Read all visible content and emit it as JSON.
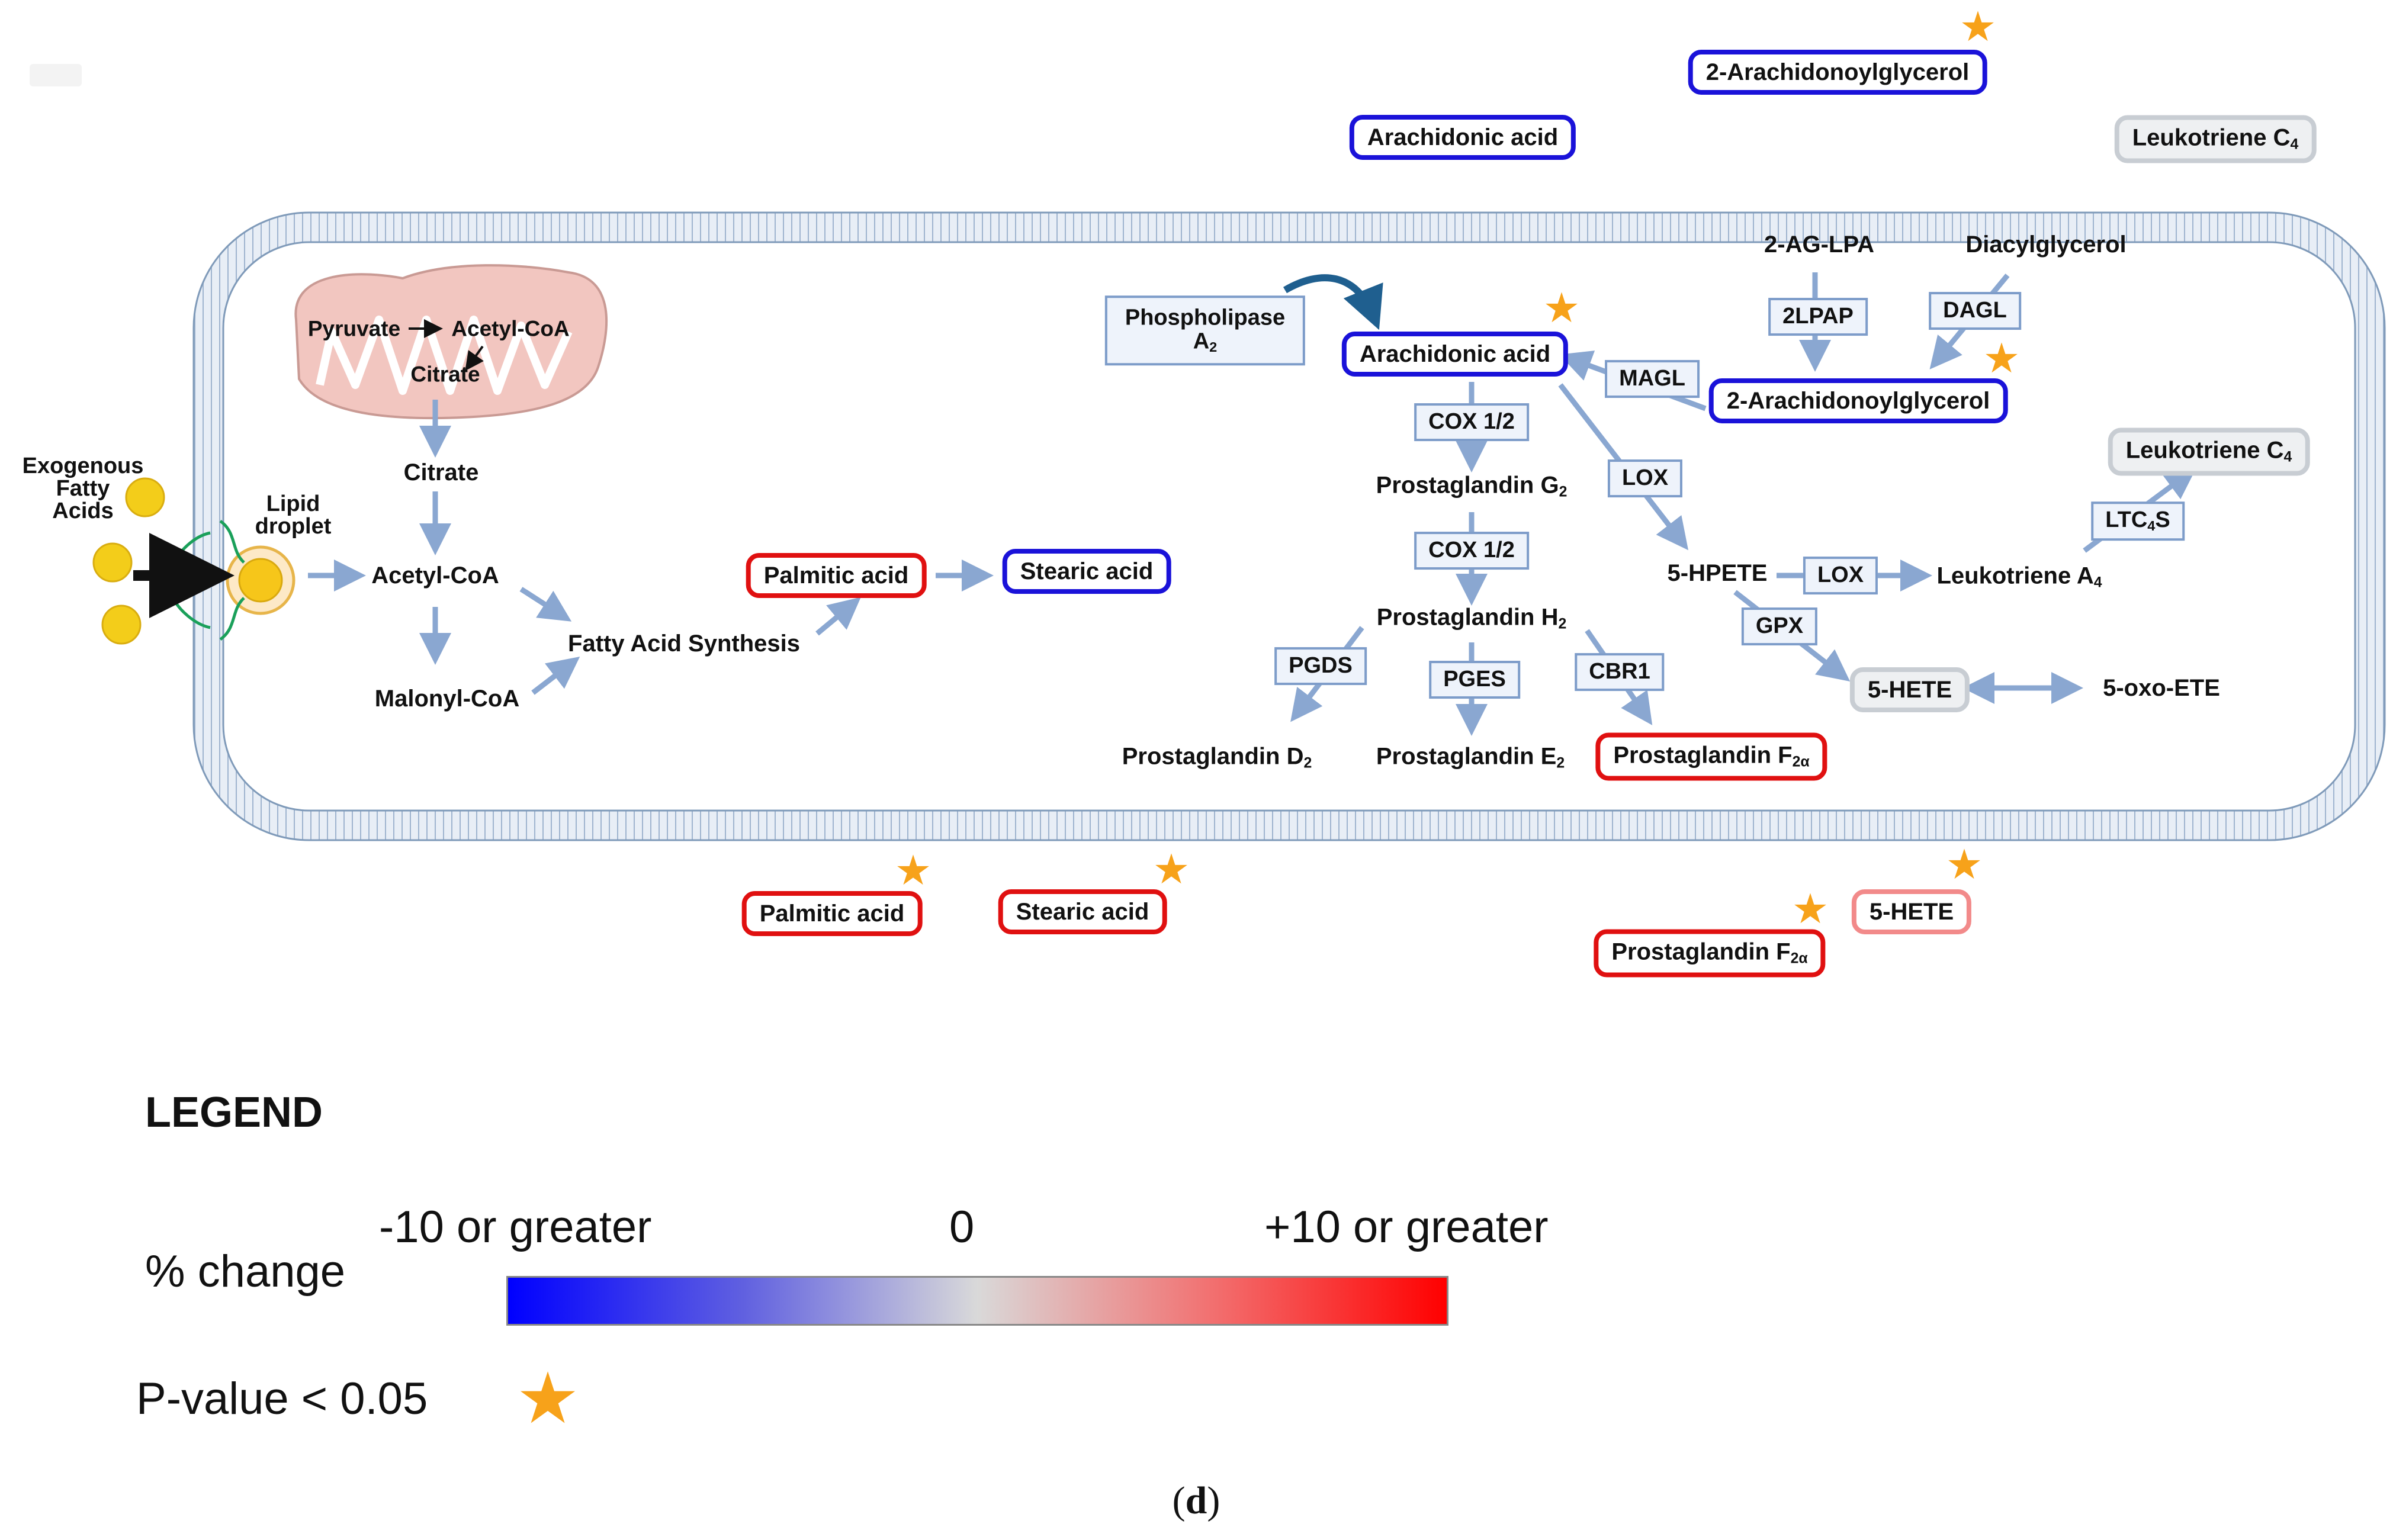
{
  "colors": {
    "decrease": "#1a12d9",
    "increase": "#e01010",
    "slight_increase": "#f28a8a",
    "no_change": "#c8cdd3",
    "significance_star": "#f7a21a",
    "enzyme_border": "#7d9cc9"
  },
  "outside_top": {
    "arachidonic_acid": "Arachidonic acid",
    "two_ag": "2-Arachidonoylglycerol",
    "leukotriene_c4": "Leukotriene C",
    "leukotriene_c4_sub": "4"
  },
  "cell": {
    "exogenous": "Exogenous\nFatty\nAcids",
    "lipid_droplet": "Lipid\ndroplet",
    "pyruvate": "Pyruvate",
    "acetyl_coa_mito": "Acetyl-CoA",
    "citrate_mito": "Citrate",
    "citrate": "Citrate",
    "acetyl_coa": "Acetyl-CoA",
    "malonyl_coa": "Malonyl-CoA",
    "fatty_acid_synthesis": "Fatty Acid Synthesis",
    "palmitic_acid": "Palmitic acid",
    "stearic_acid": "Stearic acid",
    "phospholipase": "Phospholipase",
    "phospholipase_a": "A",
    "phospholipase_sub": "2",
    "arachidonic_acid": "Arachidonic acid",
    "two_ag_lpa": "2-AG-LPA",
    "diacylglycerol": "Diacylglycerol",
    "twolpap": "2LPAP",
    "dagl": "DAGL",
    "magl": "MAGL",
    "two_ag": "2-Arachidonoylglycerol",
    "cox1": "COX 1/2",
    "cox2": "COX 1/2",
    "pg_g2": "Prostaglandin G",
    "pg_h2": "Prostaglandin H",
    "lox1": "LOX",
    "lox2": "LOX",
    "hpete": "5-HPETE",
    "leukotriene_a4": "Leukotriene A",
    "leukotriene_c4": "Leukotriene C",
    "ltc4s": "LTC",
    "ltc4s_tail": "S",
    "gpx": "GPX",
    "hete": "5-HETE",
    "oxo_ete": "5-oxo-ETE",
    "pgds": "PGDS",
    "pges": "PGES",
    "cbr1": "CBR1",
    "pg_d2": "Prostaglandin D",
    "pg_e2": "Prostaglandin E",
    "pg_f2a": "Prostaglandin F",
    "sub_2": "2",
    "sub_4": "4",
    "sub_2a": "2α"
  },
  "outside_bottom": {
    "palmitic_acid": "Palmitic acid",
    "stearic_acid": "Stearic acid",
    "pg_f2a": "Prostaglandin F",
    "pg_f2a_sub": "2α",
    "hete": "5-HETE"
  },
  "legend": {
    "title": "LEGEND",
    "pct_change": "% change",
    "low": "-10 or greater",
    "mid": "0",
    "high": "+10 or greater",
    "pvalue": "P-value < 0.05"
  },
  "caption": {
    "open": "(",
    "letter": "d",
    "close": ")"
  }
}
